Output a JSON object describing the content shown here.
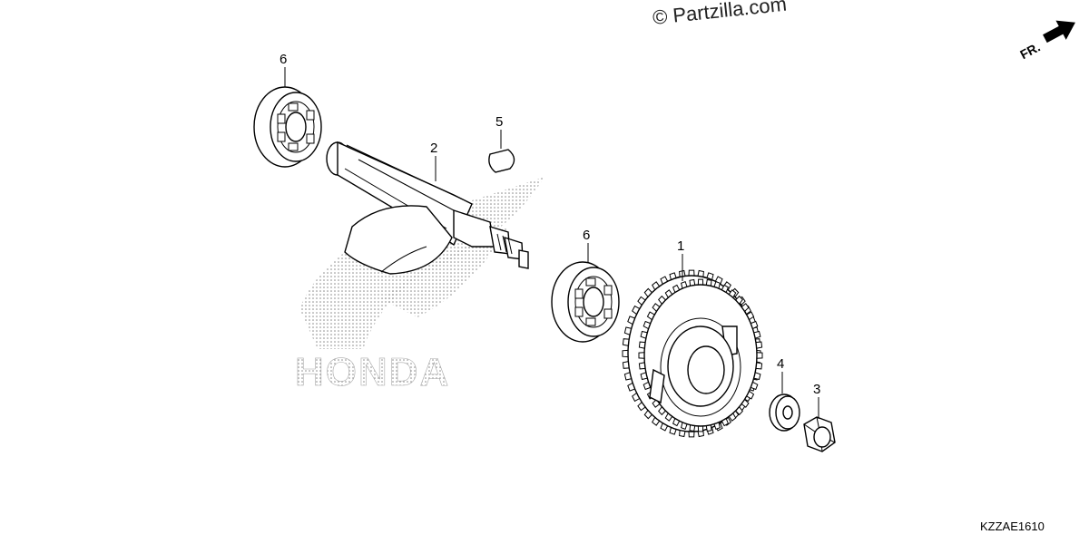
{
  "watermark": "© Partzilla.com",
  "brand_logo": "HONDA",
  "direction_label": "FR.",
  "diagram_code": "KZZAE1610",
  "callouts": {
    "gear": "1",
    "shaft": "2",
    "nut": "3",
    "washer": "4",
    "key": "5",
    "bearing_top": "6",
    "bearing_mid": "6"
  }
}
